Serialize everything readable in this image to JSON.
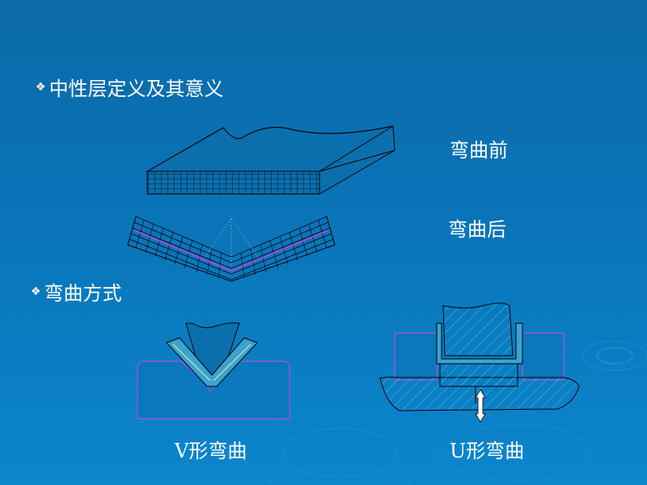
{
  "heading1": {
    "bullet": "❖",
    "text": "中性层定义及其意义"
  },
  "heading2": {
    "bullet": "❖",
    "text": "弯曲方式"
  },
  "labels": {
    "before": "弯曲前",
    "after": "弯曲后"
  },
  "captions": {
    "v_bend": "V形弯曲",
    "u_bend": "U形弯曲"
  },
  "colors": {
    "background_top": "#0b6aa8",
    "background_bottom": "#0b86cc",
    "lines": "#000000",
    "die_outline": "#b050d8",
    "neutral_layer": "#c040e0",
    "hatch": "#5bbde0"
  }
}
